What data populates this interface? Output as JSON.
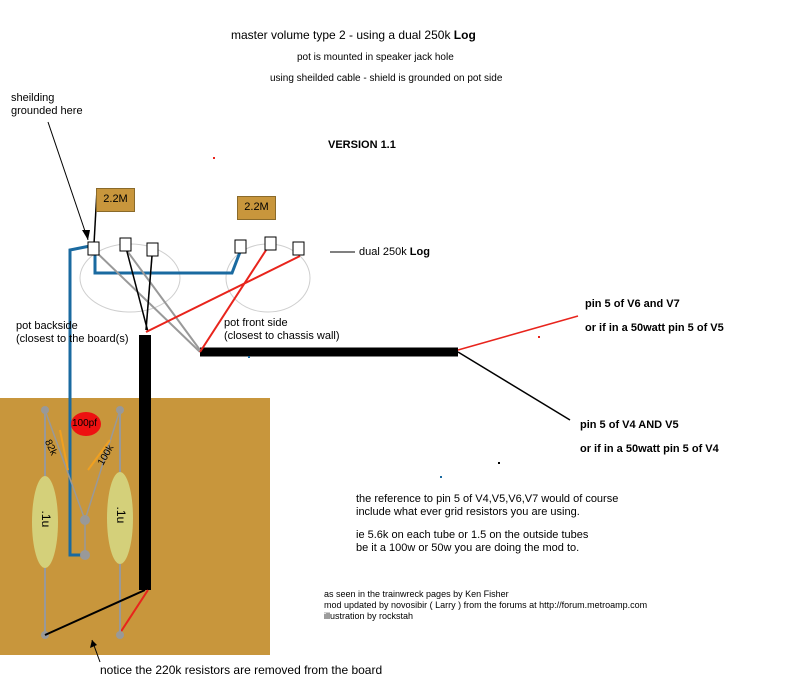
{
  "header": {
    "title_prefix": "master volume type 2 - using a dual 250k",
    "title_bold": "Log",
    "line2": "pot is mounted in speaker jack hole",
    "line3": "using sheilded cable - shield is grounded on pot side",
    "version": "VERSION 1.1"
  },
  "labels": {
    "shielding_line1": "sheilding",
    "shielding_line2": "grounded here",
    "resistor_left": "2.2M",
    "resistor_right": "2.2M",
    "dual_pot_prefix": "dual 250k",
    "dual_pot_bold": "Log",
    "pot_backside_line1": "pot backside",
    "pot_backside_line2": "(closest to the board(s)",
    "pot_frontside_line1": "pot front side",
    "pot_frontside_line2": "(closest to chassis wall)",
    "cap_100pf": "100pf",
    "res_82k": "82k",
    "res_100k": "100k",
    "cap_left": ".1u",
    "cap_right": ".1u"
  },
  "pins": {
    "v6v7_line1": "pin 5 of V6 and V7",
    "v6v7_line2": "or if in a 50watt pin 5 of V5",
    "v4v5_line1": "pin 5 of V4 AND V5",
    "v4v5_line2": "or if in a 50watt pin 5 of V4"
  },
  "notes": {
    "ref_line1": "the reference to pin 5 of V4,V5,V6,V7 would of course",
    "ref_line2": "include what ever grid resistors you are using.",
    "ref_line3": "ie 5.6k on each tube or 1.5 on the outside tubes",
    "ref_line4": "be it a 100w or 50w you are doing the mod to.",
    "credit_line1": "as seen in the trainwreck pages by Ken Fisher",
    "credit_line2": "mod updated by novosibir ( Larry ) from the forums at http://forum.metroamp.com",
    "credit_line3": "illustration by rockstah",
    "bottom_note": "notice the 220k resistors are removed from the board"
  },
  "colors": {
    "board": "#c8963c",
    "resistor_box": "#c8963c",
    "cap_body": "#d4d07a",
    "cap_red": "#ee1111",
    "shield_blue": "#1a6aa0",
    "wire_red": "#e8241c",
    "wire_gray": "#999999",
    "orange_lead": "#f0a020"
  }
}
